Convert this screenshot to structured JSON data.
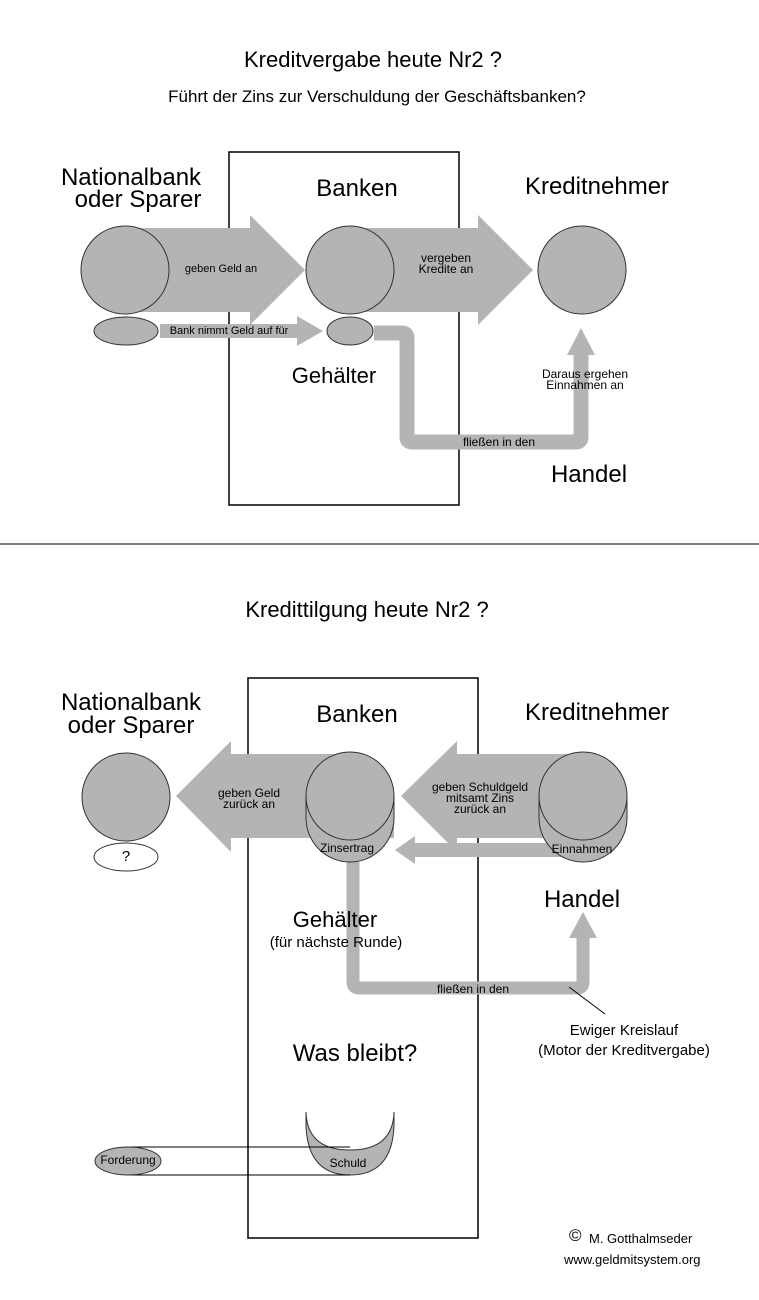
{
  "top": {
    "title": "Kreditvergabe heute Nr2 ?",
    "subtitle": "Führt der Zins zur Verschuldung der Geschäftsbanken?",
    "nationalbank_line1": "Nationalbank",
    "nationalbank_line2": "oder Sparer",
    "banken": "Banken",
    "kreditnehmer": "Kreditnehmer",
    "geben_geld_an": "geben  Geld an",
    "vergeben_line1": "vergeben",
    "vergeben_line2": "Kredite an",
    "bank_nimmt_geld": "Bank nimmt Geld auf für",
    "gehaelter": "Gehälter",
    "daraus_line1": "Daraus ergehen",
    "daraus_line2": "Einnahmen an",
    "fliessen_in_den": "fließen in den",
    "handel": "Handel"
  },
  "bottom": {
    "title": "Kredittilgung heute Nr2 ?",
    "nationalbank_line1": "Nationalbank",
    "nationalbank_line2": "oder Sparer",
    "banken": "Banken",
    "kreditnehmer": "Kreditnehmer",
    "geben_geld_line1": "geben Geld",
    "geben_geld_line2": "zurück an",
    "schuldgeld_line1": "geben Schuldgeld",
    "schuldgeld_line2": "mitsamt Zins",
    "schuldgeld_line3": "zurück an",
    "question": "?",
    "zinsertrag": "Zinsertrag",
    "einnahmen": "Einnahmen",
    "handel": "Handel",
    "gehaelter": "Gehälter",
    "fuer_naechste_runde": "(für nächste Runde)",
    "fliessen_in_den": "fließen in den",
    "ewiger_kreislauf": "Ewiger Kreislauf",
    "motor": "(Motor der Kreditvergabe)",
    "was_bleibt": "Was bleibt?",
    "forderung": "Forderung",
    "schuld": "Schuld"
  },
  "credit": {
    "symbol": "©",
    "author": "M. Gotthalmseder",
    "website": "www.geldmitsystem.org"
  },
  "colors": {
    "fill": "#b4b4b4",
    "stroke": "#333333",
    "line": "#000000"
  }
}
